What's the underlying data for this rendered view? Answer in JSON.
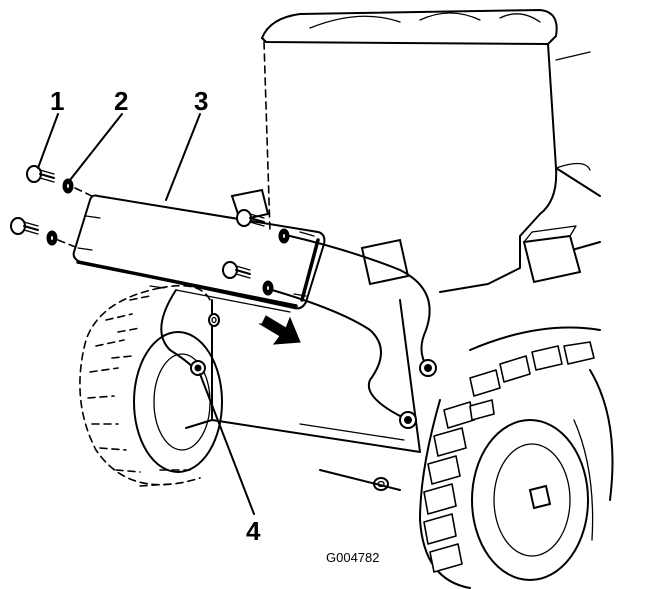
{
  "figure": {
    "id": "G004782",
    "callouts": [
      {
        "num": "1"
      },
      {
        "num": "2"
      },
      {
        "num": "3"
      },
      {
        "num": "4"
      }
    ]
  }
}
